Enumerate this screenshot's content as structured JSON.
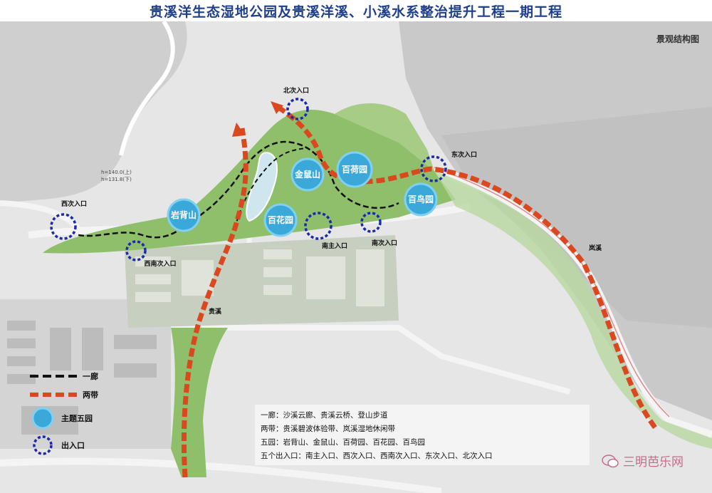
{
  "title": "贵溪洋生态湿地公园及贵溪洋溪、小溪水系整治提升工程一期工程",
  "subtitle": "景观结构图",
  "entrances": {
    "north": "北次入口",
    "east": "东次入口",
    "west": "西次入口",
    "southwest": "西南次入口",
    "south_main": "南主入口",
    "south": "南次入口"
  },
  "gardens": {
    "yanbeishan": "岩背山",
    "jinshushan": "金鼠山",
    "baihe": "百荷园",
    "baihua": "百花园",
    "bainiao": "百鸟园"
  },
  "creeks": {
    "guixi": "贵溪",
    "xiaoxi": "岚溪"
  },
  "elevation": {
    "upper": "h=140.0(上)",
    "lower": "h=131.8(下)"
  },
  "legend": {
    "corridor": "一廊",
    "belts": "两带",
    "gardens": "主题五园",
    "entrances": "出入口"
  },
  "notes": [
    "一廊：沙溪云廊、贵溪云桥、登山步道",
    "两带：贵溪碧波体验带、岚溪湿地休闲带",
    "五园：岩背山、金鼠山、百荷园、百花园、百鸟园",
    "五个出入口：南主入口、西次入口、西南次入口、东次入口、北次入口"
  ],
  "watermark": "三明芭乐网",
  "colors": {
    "title": "#1f3f8a",
    "belt": "#d9481e",
    "corridor": "#111111",
    "garden": "#3aa8d8",
    "entrance": "#1c2aa8",
    "park": "#8fbf6a"
  }
}
